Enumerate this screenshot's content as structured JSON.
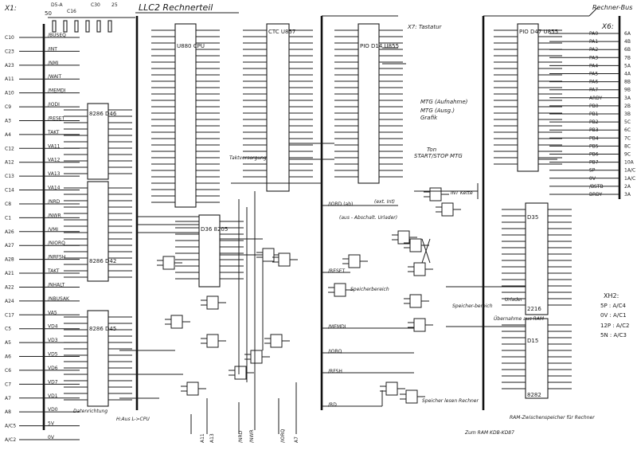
{
  "sheet": {
    "title": "LLC2 Rechnerteil",
    "bus_label": "Rechner-Bus",
    "connectors": {
      "left": "X1:",
      "right_top": "X6:",
      "right_mid": "XH2:",
      "top_int": "X7: Tastatur"
    },
    "diode_text": "D5-A",
    "capacitor_texts": [
      "50",
      "C16",
      "C30",
      "25"
    ]
  },
  "chips": [
    {
      "label": "U880 CPU"
    },
    {
      "label": "CTC U857"
    },
    {
      "label": "PIO D14 U855"
    },
    {
      "label": "PIO D47 U855"
    },
    {
      "label": "D36 8205"
    },
    {
      "label": "8286 D46"
    },
    {
      "label": "8286 D42"
    },
    {
      "label": "8286 D45"
    },
    {
      "label": "D35"
    },
    {
      "label": "D15"
    },
    {
      "label": "8282"
    },
    {
      "label": "2216"
    }
  ],
  "left_bus": [
    {
      "pin": "C10",
      "name": "/BUSEQ"
    },
    {
      "pin": "C23",
      "name": "/INT"
    },
    {
      "pin": "A23",
      "name": "/NMI"
    },
    {
      "pin": "A11",
      "name": "/WAIT"
    },
    {
      "pin": "A10",
      "name": "/MEMDI"
    },
    {
      "pin": "C9",
      "name": "/IODI"
    },
    {
      "pin": "A3",
      "name": "/RESET"
    },
    {
      "pin": "A4",
      "name": "TAKT"
    },
    {
      "pin": "C12",
      "name": "VA11"
    },
    {
      "pin": "A12",
      "name": "VA12"
    },
    {
      "pin": "C13",
      "name": "VA13"
    },
    {
      "pin": "C14",
      "name": "VA14"
    },
    {
      "pin": "C8",
      "name": "/NRD"
    },
    {
      "pin": "C1",
      "name": "/NWR"
    },
    {
      "pin": "A26",
      "name": "/VMI"
    },
    {
      "pin": "A27",
      "name": "/NIORQ"
    },
    {
      "pin": "A28",
      "name": "/NRFSH"
    },
    {
      "pin": "A21",
      "name": "TAKT"
    },
    {
      "pin": "A22",
      "name": "/NHALT"
    },
    {
      "pin": "A24",
      "name": "/NBUSAK"
    },
    {
      "pin": "C17",
      "name": "VA5"
    },
    {
      "pin": "C5",
      "name": "VD4"
    },
    {
      "pin": "A5",
      "name": "VD3"
    },
    {
      "pin": "A6",
      "name": "VD5"
    },
    {
      "pin": "C6",
      "name": "VD6"
    },
    {
      "pin": "C7",
      "name": "VD7"
    },
    {
      "pin": "A7",
      "name": "VD1"
    },
    {
      "pin": "A8",
      "name": "VD0"
    },
    {
      "pin": "A/C5",
      "name": "5V"
    },
    {
      "pin": "A/C2",
      "name": "0V"
    }
  ],
  "right_bus": [
    {
      "pin": "6A",
      "name": "PA0"
    },
    {
      "pin": "4B",
      "name": "PA1"
    },
    {
      "pin": "6B",
      "name": "PA2"
    },
    {
      "pin": "7B",
      "name": "PA3"
    },
    {
      "pin": "5A",
      "name": "PA4"
    },
    {
      "pin": "4A",
      "name": "PA5"
    },
    {
      "pin": "8B",
      "name": "PA6"
    },
    {
      "pin": "9B",
      "name": "PA7"
    },
    {
      "pin": "3A",
      "name": "ARDY"
    },
    {
      "pin": "2B",
      "name": "PB0"
    },
    {
      "pin": "3B",
      "name": "PB1"
    },
    {
      "pin": "5C",
      "name": "PB2"
    },
    {
      "pin": "6C",
      "name": "PB3"
    },
    {
      "pin": "7C",
      "name": "PB4"
    },
    {
      "pin": "8C",
      "name": "PB5"
    },
    {
      "pin": "9C",
      "name": "PB6"
    },
    {
      "pin": "10A",
      "name": "PB7"
    },
    {
      "pin": "1A/C",
      "name": "SP"
    },
    {
      "pin": "1A/C",
      "name": "0V"
    },
    {
      "pin": "2A",
      "name": "/BSTB"
    },
    {
      "pin": "3A",
      "name": "BRDY"
    }
  ],
  "xh2_pins": [
    "5P : A/C4",
    "0V : A/C1",
    "12P : A/C2",
    "5N : A/C3"
  ],
  "annotations": [
    "Taktversorgung",
    "Grafik",
    "MTG (Aufnahme)",
    "MTG (Ausg.)",
    "Ton",
    "START/STOP MTG",
    "INT Kette",
    "(ext. Int)",
    "(aus - Abschalt. Urlader)",
    "Speicherbereich",
    "Speicher-bereich",
    "Speicher lesen Rechner",
    "Übernahme aus RAM",
    "RAM-Zwischenspeicher für Rechner",
    "Zum RAM KDB-KD87",
    "Datenrichtung",
    "H:Aus L->CPU",
    "Urlader",
    "/MEMDI",
    "/IORQ",
    "/RFSH",
    "/RD",
    "/RESET",
    "/IORD (ab)"
  ],
  "bottom_labels": [
    "A11",
    "A13",
    "/NRD",
    "/NWR",
    "/IORQ",
    "A7"
  ]
}
